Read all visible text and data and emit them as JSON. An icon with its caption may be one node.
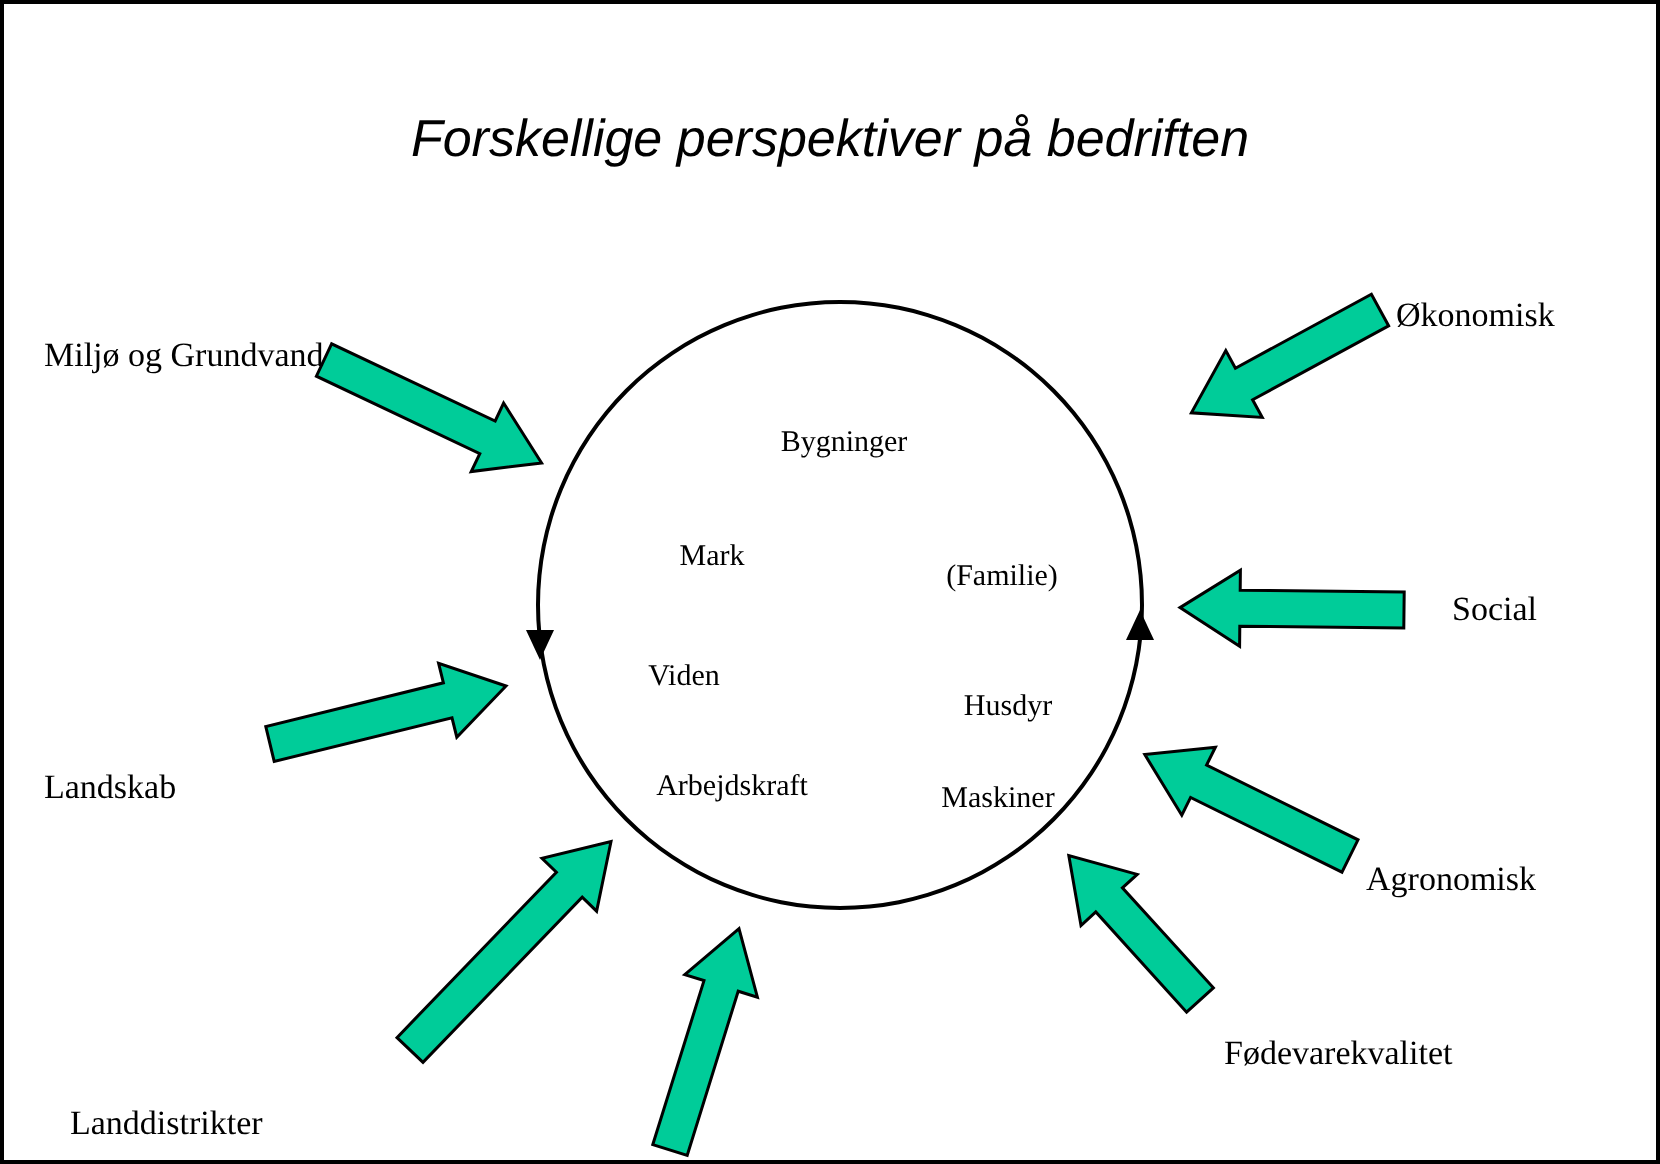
{
  "diagram": {
    "title": "Forskellige perspektiver på bedriften",
    "nodes": [
      {
        "text": [
          "Bygninger",
          "Mark",
          "(Familie)",
          "Viden",
          "Husdyr",
          "Arbejdskraft",
          "Maskiner"
        ]
      },
      {
        "text": [
          "Miljø og Grundvand"
        ]
      },
      {
        "text": [
          "Økonomisk"
        ]
      },
      {
        "text": [
          "Social"
        ]
      },
      {
        "text": [
          "Landskab"
        ]
      },
      {
        "text": [
          "Agronomisk"
        ]
      },
      {
        "text": [
          "Landdistrikter"
        ]
      },
      {
        "text": [
          "Fødevarekvalitet"
        ]
      }
    ],
    "edges": [
      {
        "from": 1,
        "to": 0,
        "arrow": "to"
      },
      {
        "from": 2,
        "to": 0,
        "arrow": "to"
      },
      {
        "from": 3,
        "to": 0,
        "arrow": "to"
      },
      {
        "from": 4,
        "to": 0,
        "arrow": "to"
      },
      {
        "from": 5,
        "to": 0,
        "arrow": "to"
      },
      {
        "from": 6,
        "to": 0,
        "arrow": "to"
      },
      {
        "from": null,
        "to": 0,
        "arrow": "to"
      },
      {
        "from": 7,
        "to": 0,
        "arrow": "to"
      }
    ]
  }
}
